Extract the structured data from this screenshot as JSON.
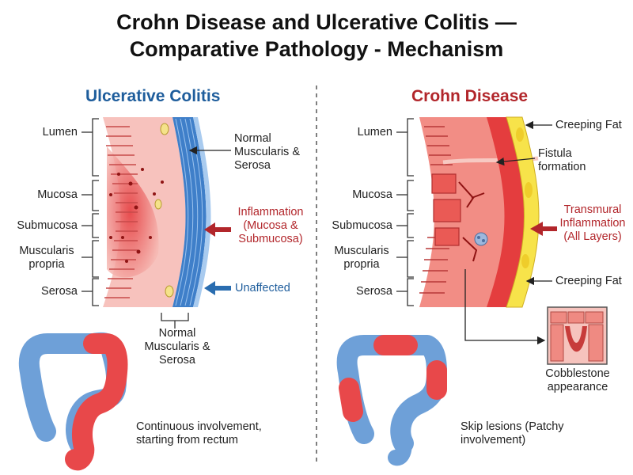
{
  "title": {
    "line1": "Crohn Disease and Ulcerative Colitis —",
    "line2": "Comparative Pathology - Mechanism"
  },
  "colors": {
    "uc_heading": "#1e5d9c",
    "cd_heading": "#b2262b",
    "inflamed": "#e8484a",
    "normal_colon": "#6ea0d8",
    "muscularis_blue": "#3f7fc9",
    "creeping_fat": "#f7e34a",
    "arrow_red": "#b2262b",
    "arrow_blue": "#2a6db0"
  },
  "uc": {
    "heading": "Ulcerative Colitis",
    "layers": [
      "Lumen",
      "Mucosa",
      "Submucosa",
      "Muscularis propria",
      "Serosa"
    ],
    "normal_muscularis": "Normal Muscularis & Serosa",
    "normal_muscularis_bottom": "Normal Muscularis & Serosa",
    "inflammation": "Inflammation (Mucosa & Submucosa)",
    "unaffected": "Unaffected",
    "colon_caption": "Continuous involvement, starting from rectum"
  },
  "cd": {
    "heading": "Crohn Disease",
    "layers": [
      "Lumen",
      "Mucosa",
      "Submucosa",
      "Muscularis propria",
      "Serosa"
    ],
    "creeping_fat_top": "Creeping Fat",
    "fistula": "Fistula formation",
    "transmural": "Transmural Inflammation (All Layers)",
    "creeping_fat_bottom": "Creeping Fat",
    "cobblestone": "Cobblestone appearance",
    "colon_caption": "Skip lesions (Patchy involvement)"
  }
}
